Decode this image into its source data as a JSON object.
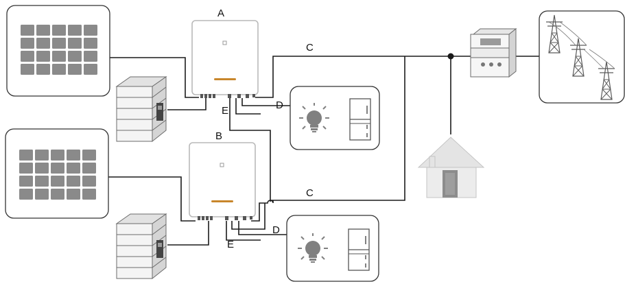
{
  "labels": {
    "inverter_a": "A",
    "inverter_b": "B",
    "grid_line_top": "C",
    "grid_line_bottom": "C",
    "backup_line_top": "D",
    "backup_line_bottom": "D",
    "comm_line_top": "E",
    "comm_line_bottom": "E"
  },
  "colors": {
    "wire": "#1a1a1a",
    "panel_cell": "#8a8a8a",
    "inverter_outline": "#b9b9b9",
    "inverter_logo": "#c8862b",
    "house": "#e4e4e4",
    "bulb": "#808080"
  },
  "icons": {
    "pv_panel": "solar-panel-icon",
    "battery": "battery-stack-icon",
    "inverter": "inverter-icon",
    "meter": "energy-meter-icon",
    "grid": "transmission-tower-icon",
    "house": "house-icon",
    "bulb": "light-bulb-icon",
    "fridge": "refrigerator-icon"
  }
}
